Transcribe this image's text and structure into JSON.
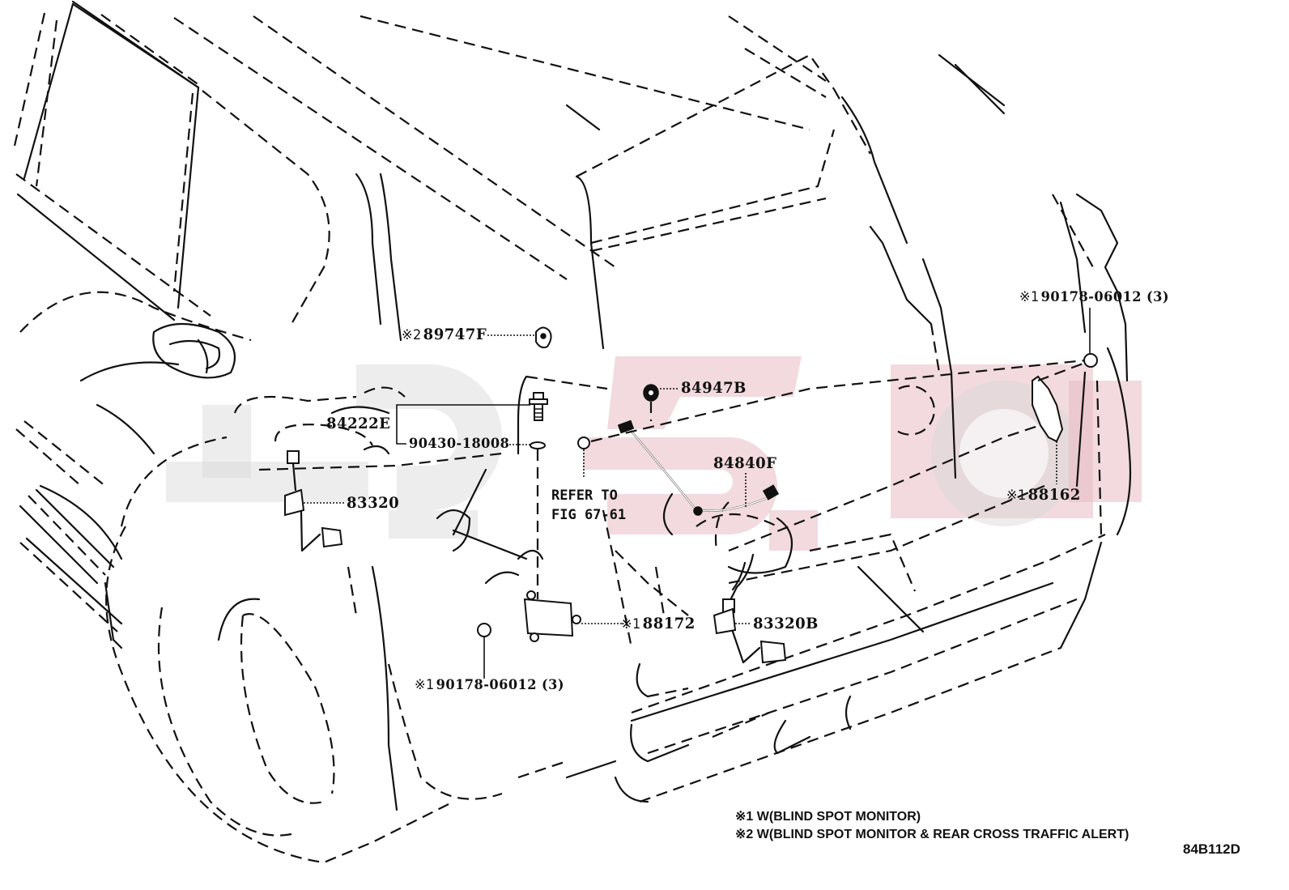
{
  "diagram": {
    "type": "parts-illustration",
    "subject": "Rear vehicle body - blind spot monitor & rear sensors",
    "figure_code": "84B112D"
  },
  "labels": {
    "p89747F": {
      "mark": "※2",
      "part": "89747F"
    },
    "p84947B": {
      "part": "84947B"
    },
    "p84222E": {
      "part": "84222E"
    },
    "p90430": {
      "part": "90430-18008"
    },
    "p84840F": {
      "part": "84840F"
    },
    "refer": {
      "line1": "REFER TO",
      "line2": "FIG 67-61"
    },
    "p83320": {
      "part": "83320"
    },
    "p88172": {
      "mark": "※1",
      "part": "88172"
    },
    "p83320B": {
      "part": "83320B"
    },
    "p90178_left": {
      "mark": "※1",
      "part": "90178-06012",
      "qty": "(3)"
    },
    "p90178_right": {
      "mark": "※1",
      "part": "90178-06012",
      "qty": "(3)"
    },
    "p88162": {
      "mark": "※1",
      "part": "88162"
    }
  },
  "notes": [
    {
      "mark": "※1",
      "text": "W(BLIND SPOT MONITOR)"
    },
    {
      "mark": "※2",
      "text": "W(BLIND SPOT MONITOR & REAR CROSS TRAFFIC ALERT)"
    }
  ],
  "watermark": {
    "colors": {
      "red": "#e8bcc3",
      "grey": "#d6d6d6"
    }
  }
}
